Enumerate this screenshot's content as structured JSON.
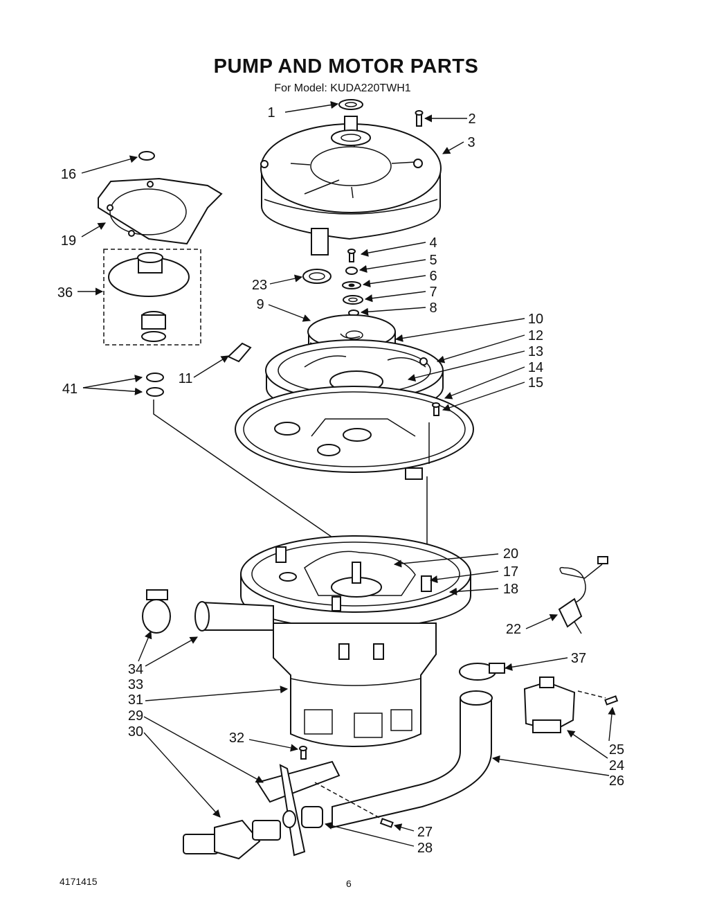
{
  "header": {
    "title": "PUMP AND MOTOR PARTS",
    "subtitle": "For Model: KUDA220TWH1"
  },
  "footer": {
    "doc_number": "4171415",
    "page_number": "6"
  },
  "callouts": [
    "1",
    "2",
    "3",
    "4",
    "5",
    "6",
    "7",
    "8",
    "9",
    "10",
    "11",
    "12",
    "13",
    "14",
    "15",
    "16",
    "17",
    "18",
    "19",
    "20",
    "22",
    "23",
    "24",
    "25",
    "26",
    "27",
    "28",
    "29",
    "30",
    "31",
    "32",
    "33",
    "34",
    "36",
    "37",
    "41"
  ]
}
